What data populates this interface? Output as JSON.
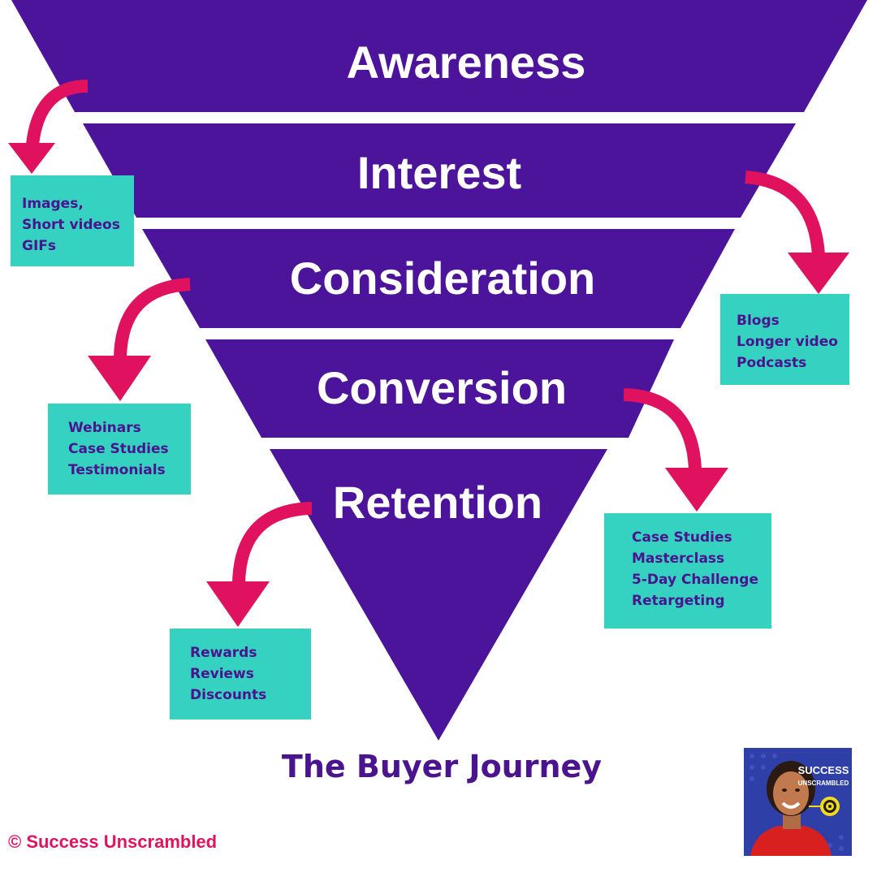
{
  "stages": [
    {
      "label": "Awareness"
    },
    {
      "label": "Interest"
    },
    {
      "label": "Consideration"
    },
    {
      "label": "Conversion"
    },
    {
      "label": "Retention"
    }
  ],
  "content_boxes": {
    "awareness": [
      "Images,",
      "Short videos",
      "GIFs"
    ],
    "interest": [
      "Blogs",
      "Longer video",
      "Podcasts"
    ],
    "consideration": [
      "Webinars",
      "Case Studies",
      "Testimonials"
    ],
    "conversion": [
      "Case Studies",
      "Masterclass",
      "5-Day Challenge",
      "Retargeting"
    ],
    "retention": [
      "Rewards",
      "Reviews",
      "Discounts"
    ]
  },
  "title": "The Buyer Journey",
  "copyright": "© Success Unscrambled",
  "logo": {
    "line1": "SUCCESS",
    "line2": "UNSCRAMBLED"
  },
  "colors": {
    "funnel": "#4b149b",
    "arrow": "#e0115f",
    "box": "#35d1c1",
    "box_text": "#4b148f",
    "title": "#4b148f",
    "copyright": "#e0145e"
  }
}
